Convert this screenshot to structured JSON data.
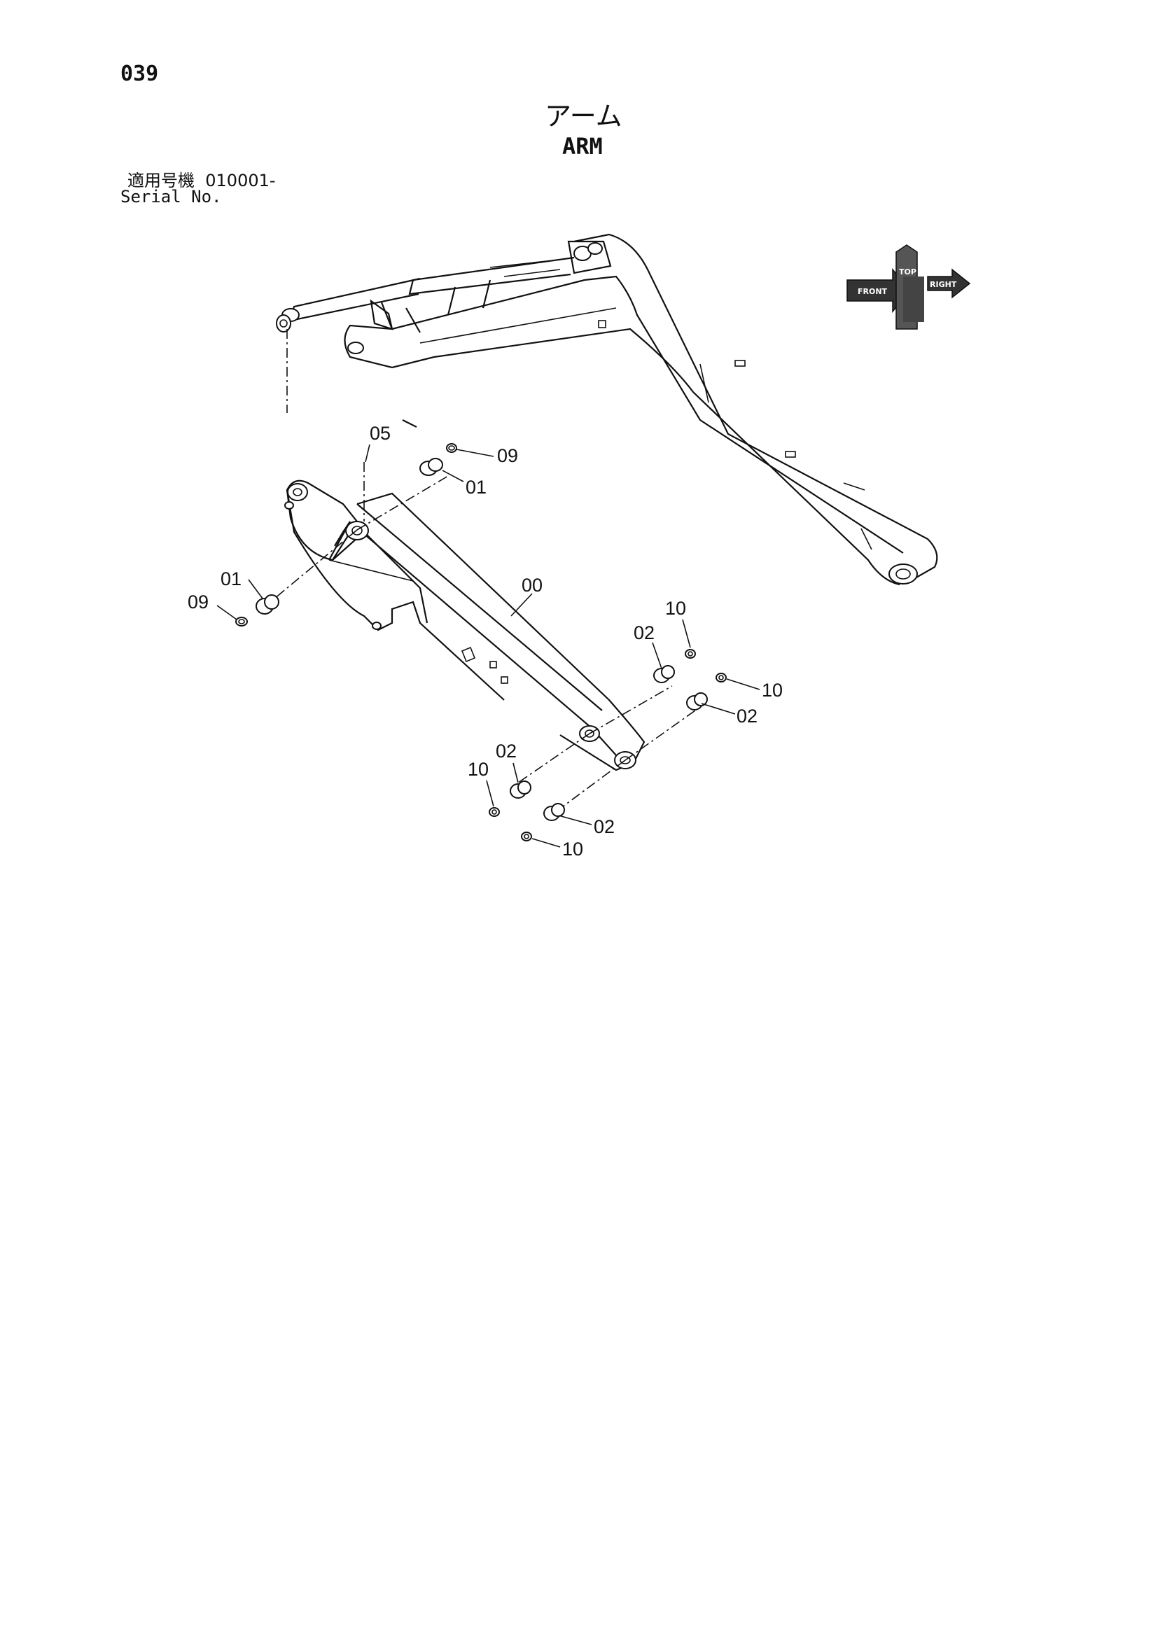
{
  "page": {
    "number": "039",
    "title_jp": "アーム",
    "title_en": "ARM",
    "serial_label_jp": "適用号機",
    "serial_value": "010001-",
    "serial_label_en": "Serial No."
  },
  "orientation_icon": {
    "labels": [
      "FRONT",
      "RIGHT",
      "TOP"
    ]
  },
  "callouts": [
    {
      "id": "c05",
      "label": "05"
    },
    {
      "id": "c09a",
      "label": "09"
    },
    {
      "id": "c01a",
      "label": "01"
    },
    {
      "id": "c01b",
      "label": "01"
    },
    {
      "id": "c09b",
      "label": "09"
    },
    {
      "id": "c00",
      "label": "00"
    },
    {
      "id": "c10a",
      "label": "10"
    },
    {
      "id": "c02a",
      "label": "02"
    },
    {
      "id": "c10b",
      "label": "10"
    },
    {
      "id": "c02b",
      "label": "02"
    },
    {
      "id": "c02c",
      "label": "02"
    },
    {
      "id": "c10c",
      "label": "10"
    },
    {
      "id": "c02d",
      "label": "02"
    },
    {
      "id": "c10d",
      "label": "10"
    }
  ]
}
